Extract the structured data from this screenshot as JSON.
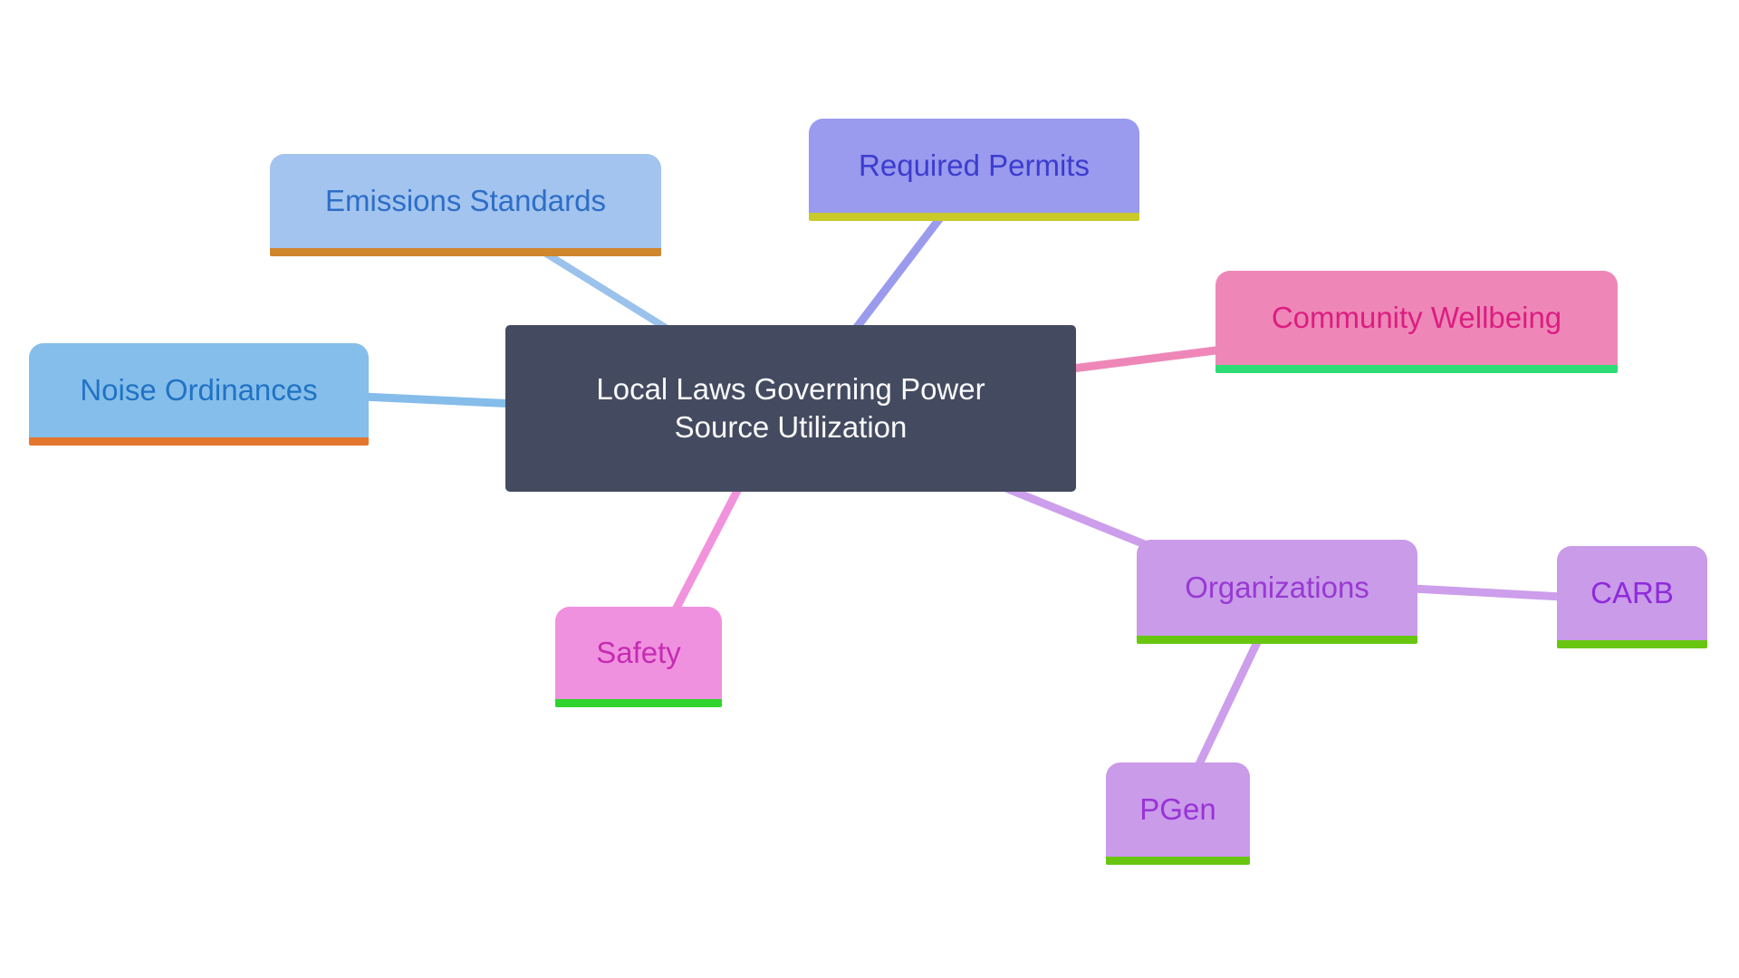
{
  "diagram": {
    "type": "mindmap",
    "title": "Local Laws Governing Power Source Utilization",
    "background_color": "#ffffff",
    "nodes": {
      "root": {
        "label": "Local Laws Governing Power Source Utilization",
        "fill": "#444B60",
        "text_color": "#F9FAFC"
      },
      "emissions_standards": {
        "label": "Emissions Standards",
        "fill": "#A2C4EE",
        "text_color": "#2E6EC8",
        "underline_color": "#CF862D"
      },
      "noise_ordinances": {
        "label": "Noise Ordinances",
        "fill": "#85BEEA",
        "text_color": "#2173C4",
        "underline_color": "#E4762D"
      },
      "required_permits": {
        "label": "Required Permits",
        "fill": "#9A9AEE",
        "text_color": "#3C3CCE",
        "underline_color": "#C9C929"
      },
      "community_wellbeing": {
        "label": "Community Wellbeing",
        "fill": "#EE87B8",
        "text_color": "#DC1D80",
        "underline_color": "#2EDC76"
      },
      "organizations": {
        "label": "Organizations",
        "fill": "#C99BE9",
        "text_color": "#9939D2",
        "underline_color": "#68C610"
      },
      "carb": {
        "label": "CARB",
        "fill": "#C99BE9",
        "text_color": "#8F2BDA",
        "underline_color": "#68C610"
      },
      "pgen": {
        "label": "PGen",
        "fill": "#C99BE9",
        "text_color": "#9933D6",
        "underline_color": "#68C610"
      },
      "safety": {
        "label": "Safety",
        "fill": "#F091DF",
        "text_color": "#C52CB2",
        "underline_color": "#2FD42F"
      }
    },
    "edges": [
      {
        "from": "root",
        "to": "emissions_standards",
        "color": "#9BC2EC"
      },
      {
        "from": "root",
        "to": "noise_ordinances",
        "color": "#85BCEA"
      },
      {
        "from": "root",
        "to": "required_permits",
        "color": "#9B9BEE"
      },
      {
        "from": "root",
        "to": "community_wellbeing",
        "color": "#EE87B8"
      },
      {
        "from": "root",
        "to": "organizations",
        "color": "#CC9EEB"
      },
      {
        "from": "organizations",
        "to": "carb",
        "color": "#CC9EEB"
      },
      {
        "from": "organizations",
        "to": "pgen",
        "color": "#CC9EEB"
      },
      {
        "from": "root",
        "to": "safety",
        "color": "#F193DC"
      }
    ]
  }
}
